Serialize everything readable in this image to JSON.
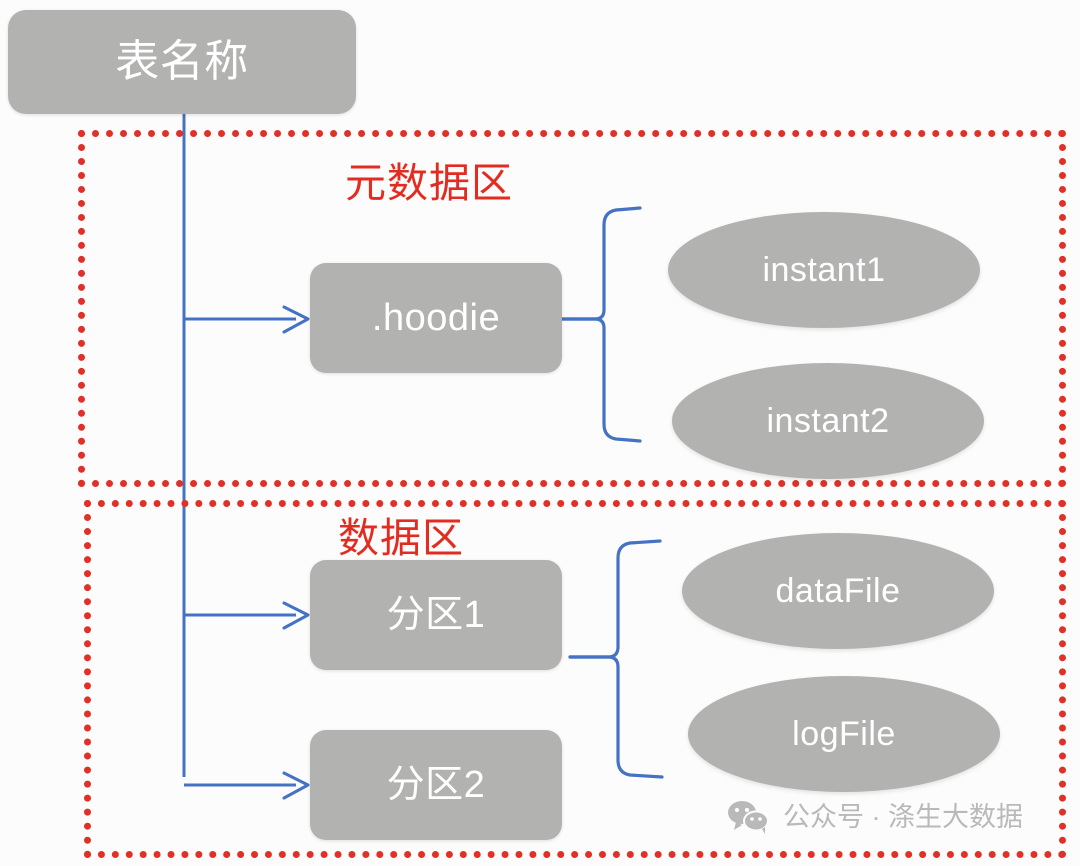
{
  "diagram": {
    "title_node": {
      "label": "表名称",
      "shape": "rounded-rect"
    },
    "zones": [
      {
        "id": "metadata",
        "label": "元数据区",
        "border_color": "#e03027",
        "border_style": "dotted",
        "nodes": [
          {
            "id": "hoodie",
            "label": ".hoodie",
            "shape": "rounded-rect"
          },
          {
            "id": "instant-1",
            "label": "instant1",
            "shape": "ellipse"
          },
          {
            "id": "instant-2",
            "label": "instant2",
            "shape": "ellipse"
          }
        ]
      },
      {
        "id": "data",
        "label": "数据区",
        "border_color": "#e03027",
        "border_style": "dotted",
        "nodes": [
          {
            "id": "partition-1",
            "label": "分区1",
            "shape": "rounded-rect"
          },
          {
            "id": "partition-2",
            "label": "分区2",
            "shape": "rounded-rect"
          },
          {
            "id": "data-file",
            "label": "dataFile",
            "shape": "ellipse"
          },
          {
            "id": "log-file",
            "label": "logFile",
            "shape": "ellipse"
          }
        ]
      }
    ],
    "connectors": {
      "line_color": "#4472c4",
      "brace_color": "#4472c4",
      "arrows": [
        {
          "from": "表名称",
          "to": ".hoodie"
        },
        {
          "from": "表名称",
          "to": "分区1"
        },
        {
          "from": "表名称",
          "to": "分区2"
        }
      ],
      "braces": [
        {
          "from": ".hoodie",
          "to": [
            "instant1",
            "instant2"
          ]
        },
        {
          "from": "分区1",
          "to": [
            "dataFile",
            "logFile"
          ]
        }
      ]
    },
    "palette": {
      "node_fill": "#b2b2b0",
      "node_text": "#ffffff",
      "accent_red": "#e03027",
      "connector_blue": "#4472c4",
      "background": "#fcfcfc"
    }
  },
  "watermark": {
    "icon": "wechat-icon",
    "text": "公众号 · 涤生大数据",
    "color": "#b9b9b9"
  }
}
